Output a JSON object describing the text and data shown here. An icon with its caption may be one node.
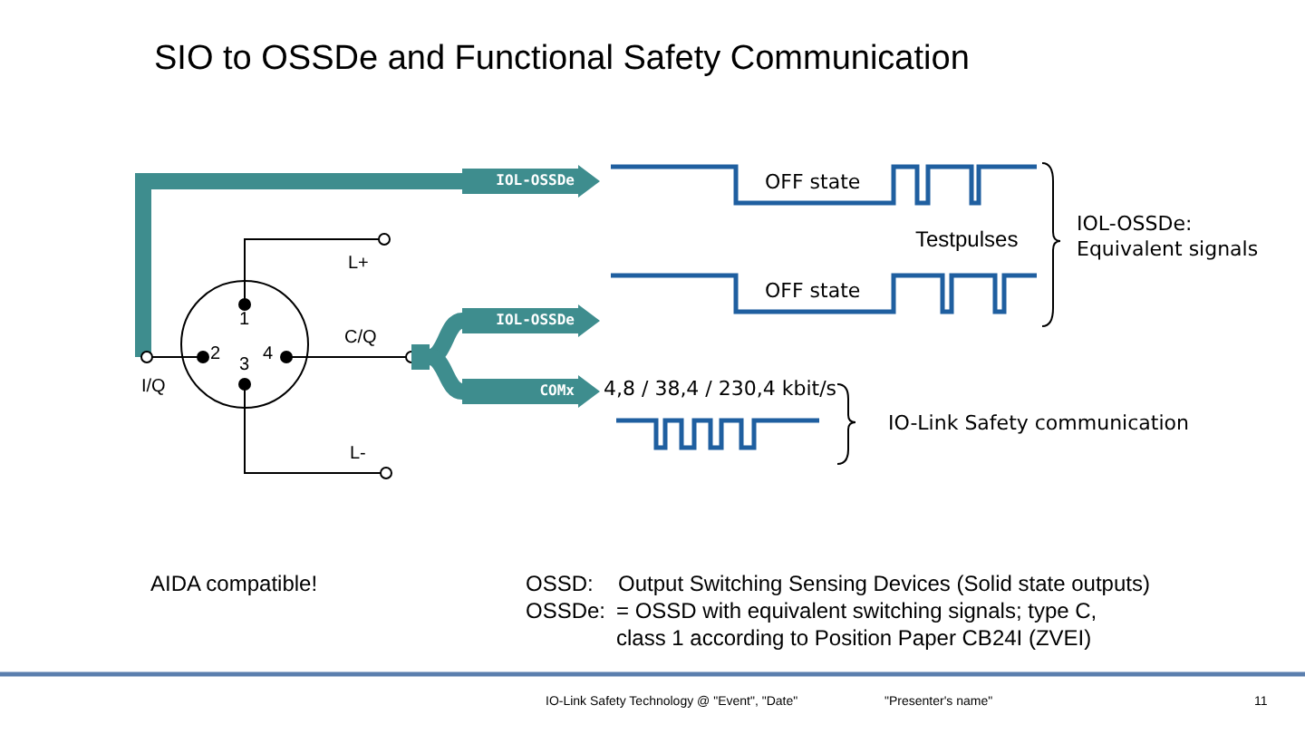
{
  "diagram": {
    "title": "SIO to OSSDe and Functional Safety Communication",
    "nodes": [
      {
        "text": [
          "IOL-OSSDe"
        ]
      },
      {
        "text": [
          "IOL-OSSDe"
        ]
      },
      {
        "text": [
          "COMx"
        ]
      },
      {
        "text": [],
        "shape": "box"
      }
    ],
    "edges": [
      {
        "from": 3,
        "to": 1,
        "arrow": "none"
      },
      {
        "from": 3,
        "to": 2,
        "arrow": "none"
      }
    ],
    "labels": [
      "L+",
      "1",
      "2",
      "4",
      "C/Q",
      "I/Q",
      "3",
      "L-",
      "OFF state",
      "Testpulses",
      "OFF state",
      "IOL-OSSDe: Equivalent signals",
      "4,8 / 38,4 / 230,4 kbit/s",
      "IO-Link Safety communication",
      "AIDA compatible!",
      "OSSD:",
      "Output Switching Sensing Devices (Solid state outputs)",
      "OSSDe:",
      "= OSSD with equivalent switching signals; type C, class 1 according to Position Paper CB24I (ZVEI)",
      "IO-Link Safety Technology @ \"Event\", \"Date\"",
      "\"Presenter's name\"",
      "11"
    ]
  }
}
